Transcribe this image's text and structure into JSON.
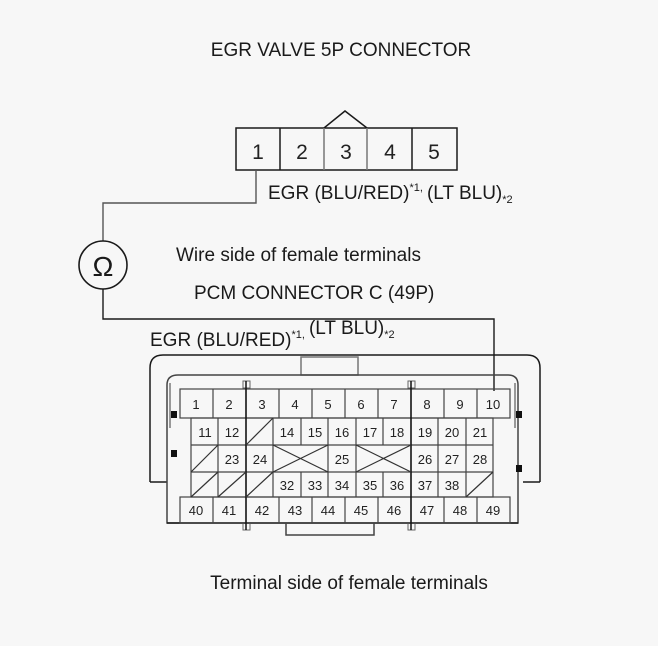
{
  "diagram": {
    "title": "EGR VALVE 5P CONNECTOR",
    "egr_connector": {
      "pins": [
        "1",
        "2",
        "3",
        "4",
        "5"
      ],
      "wire_label_main": "EGR (BLU/RED)",
      "wire_label_note1": "*1,",
      "wire_label_alt": "(LT BLU)",
      "wire_label_note2": "*2"
    },
    "meter": {
      "symbol": "Ω",
      "type": "ohmmeter"
    },
    "wire_side_label": "Wire side of female terminals",
    "pcm_connector": {
      "title": "PCM CONNECTOR C (49P)",
      "wire_label_main": "EGR (BLU/RED)",
      "wire_label_note1": "*1,",
      "wire_label_alt": "(LT BLU)",
      "wire_label_note2": "*2",
      "probe_pin": "10",
      "rows": [
        [
          "1",
          "2",
          "3",
          "4",
          "5",
          "6",
          "7",
          "8",
          "9",
          "10"
        ],
        [
          "11",
          "12",
          "",
          "14",
          "15",
          "16",
          "17",
          "18",
          "19",
          "20",
          "21"
        ],
        [
          "",
          "23",
          "24",
          "",
          "",
          "25",
          "",
          "",
          "26",
          "27",
          "28"
        ],
        [
          "",
          "",
          "",
          "32",
          "33",
          "34",
          "35",
          "36",
          "37",
          "38",
          ""
        ],
        [
          "40",
          "41",
          "42",
          "43",
          "44",
          "45",
          "46",
          "47",
          "48",
          "49"
        ]
      ]
    },
    "terminal_side_label": "Terminal side of female terminals",
    "colors": {
      "line": "#1a1a1a",
      "background": "#f7f7f7"
    }
  }
}
